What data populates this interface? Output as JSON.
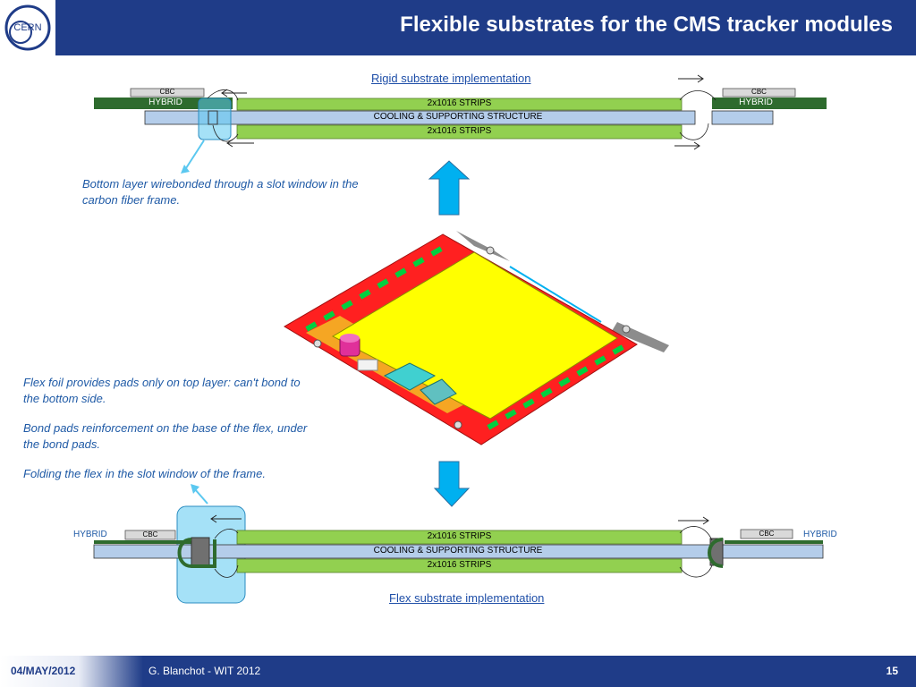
{
  "header": {
    "title": "Flexible substrates for the CMS tracker modules",
    "logo_text": "CERN"
  },
  "top_diagram": {
    "caption": "Rigid substrate implementation",
    "cbc_left": "CBC",
    "cbc_right": "CBC",
    "hybrid_left": "HYBRID",
    "hybrid_right": "HYBRID",
    "strips_top": "2x1016 STRIPS",
    "structure": "COOLING & SUPPORTING STRUCTURE",
    "strips_bottom": "2x1016 STRIPS"
  },
  "bottom_diagram": {
    "caption": "Flex substrate implementation",
    "cbc_left": "CBC",
    "cbc_right": "CBC",
    "hybrid_left": "HYBRID",
    "hybrid_right": "HYBRID",
    "strips_top": "2x1016 STRIPS",
    "structure": "COOLING & SUPPORTING STRUCTURE",
    "strips_bottom": "2x1016 STRIPS"
  },
  "notes": {
    "wirebond": "Bottom layer wirebonded through a slot window in the carbon fiber frame.",
    "flex_pads": "Flex foil provides pads only on top layer: can't bond to the bottom side.",
    "reinforcement": "Bond pads reinforcement on the base of the flex, under the bond pads.",
    "folding": "Folding the flex in the slot window of the frame."
  },
  "footer": {
    "date": "04/MAY/2012",
    "author": "G. Blanchot - WIT 2012",
    "page": "15"
  },
  "colors": {
    "header_bg": "#1f3c88",
    "strip_green": "#92d050",
    "hybrid_dark": "#2e6b2e",
    "support_blue": "#b4cdea",
    "highlight_cyan": "#5bc8f0",
    "arrow_blue": "#00b0f0",
    "frame_red": "#ff2020",
    "sensor_yellow": "#ffff00"
  }
}
